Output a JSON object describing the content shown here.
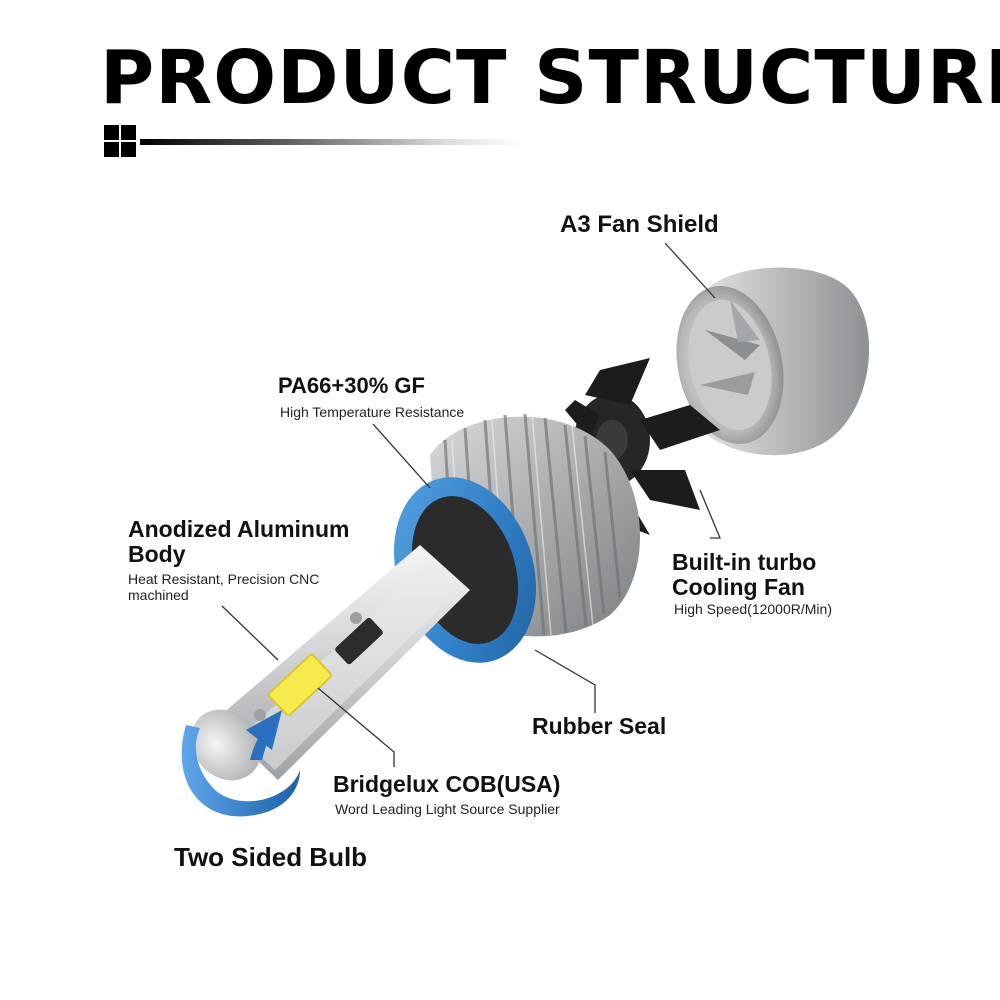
{
  "title": "PRODUCT STRUCTURE",
  "colors": {
    "title": "#000000",
    "seal_blue": "#2f7ec6",
    "arrow_blue": "#2a6fc0",
    "led_yellow": "#f6ea4c",
    "fan_black": "#1a1a1a",
    "aluminum": "#c8cacc"
  },
  "labels": {
    "fan_shield": {
      "title": "A3 Fan Shield"
    },
    "pa66": {
      "title": "PA66+30% GF",
      "subtitle": "High Temperature Resistance"
    },
    "anodized": {
      "title_line1": "Anodized Aluminum",
      "title_line2": "Body",
      "subtitle_line1": "Heat Resistant, Precision CNC",
      "subtitle_line2": "machined"
    },
    "fan": {
      "title_line1": "Built-in turbo",
      "title_line2": "Cooling Fan",
      "subtitle": "High Speed(12000R/Min)"
    },
    "rubber_seal": {
      "title": "Rubber Seal"
    },
    "cob": {
      "title": "Bridgelux COB(USA)",
      "subtitle": "Word Leading Light Source Supplier"
    },
    "two_sided": {
      "title": "Two Sided Bulb"
    }
  }
}
